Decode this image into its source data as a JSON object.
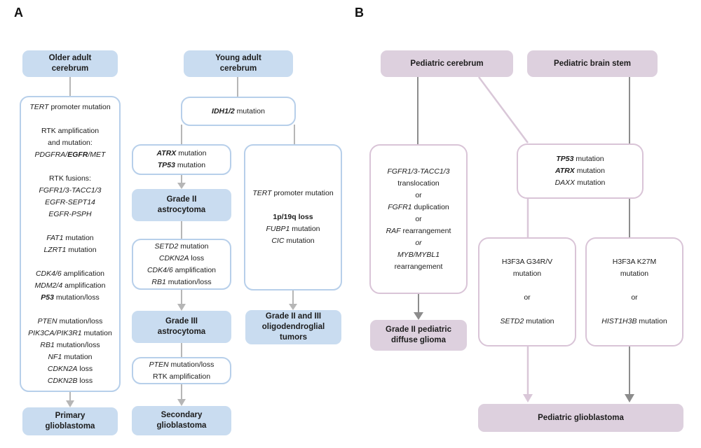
{
  "colors": {
    "blue_fill": "#c9dcf0",
    "blue_border": "#b7cfea",
    "mauve_fill": "#ddd0de",
    "mauve_border": "#d9c4d7",
    "line_light": "#b6b6b6",
    "line_dark": "#8c8c8c",
    "line_pink": "#d9c7d8",
    "text": "#1c1c1c"
  },
  "panel_a": {
    "label": "A",
    "older_adult_header": [
      "Older adult",
      "cerebrum"
    ],
    "adult_mutations": [
      [
        {
          "t": "TERT",
          "s": "i"
        },
        {
          "t": " promoter mutation"
        }
      ],
      "",
      "RTK amplification",
      "and mutation:",
      [
        {
          "t": "PDGFRA/",
          "s": "i"
        },
        {
          "t": "EGFR",
          "s": "bi"
        },
        {
          "t": "/MET",
          "s": "i"
        }
      ],
      "",
      "RTK fusions:",
      [
        {
          "t": "FGFR1/3-TACC1/3",
          "s": "i"
        }
      ],
      [
        {
          "t": "EGFR-SEPT14",
          "s": "i"
        }
      ],
      [
        {
          "t": "EGFR-PSPH",
          "s": "i"
        }
      ],
      "",
      [
        {
          "t": "FAT1",
          "s": "i"
        },
        {
          "t": " mutation"
        }
      ],
      [
        {
          "t": "LZRT1",
          "s": "i"
        },
        {
          "t": " mutation"
        }
      ],
      "",
      [
        {
          "t": "CDK4/6",
          "s": "i"
        },
        {
          "t": " amplification"
        }
      ],
      [
        {
          "t": "MDM2/4",
          "s": "i"
        },
        {
          "t": " amplification"
        }
      ],
      [
        {
          "t": "P53",
          "s": "bi"
        },
        {
          "t": " mutation/loss"
        }
      ],
      "",
      [
        {
          "t": "PTEN",
          "s": "i"
        },
        {
          "t": " mutation/loss"
        }
      ],
      [
        {
          "t": "PIK3CA/PIK3R1",
          "s": "i"
        },
        {
          "t": " mutation"
        }
      ],
      [
        {
          "t": "RB1",
          "s": "i"
        },
        {
          "t": " mutation/loss"
        }
      ],
      [
        {
          "t": "NF1",
          "s": "i"
        },
        {
          "t": " mutation"
        }
      ],
      [
        {
          "t": "CDKN2A",
          "s": "i"
        },
        {
          "t": " loss"
        }
      ],
      [
        {
          "t": "CDKN2B",
          "s": "i"
        },
        {
          "t": " loss"
        }
      ]
    ],
    "primary_gbm": [
      "Primary",
      "glioblastoma"
    ],
    "young_adult_header": [
      "Young adult",
      "cerebrum"
    ],
    "idh_box": [
      [
        {
          "t": "IDH1/2",
          "s": "bi"
        },
        {
          "t": " mutation"
        }
      ]
    ],
    "atrx_tp53_box": [
      [
        {
          "t": "ATRX",
          "s": "bi"
        },
        {
          "t": " mutation"
        }
      ],
      [
        {
          "t": "TP53",
          "s": "bi"
        },
        {
          "t": " mutation"
        }
      ]
    ],
    "grade2_astrocytoma": [
      "Grade II",
      "astrocytoma"
    ],
    "setd2_box": [
      [
        {
          "t": "SETD2",
          "s": "i"
        },
        {
          "t": " mutation"
        }
      ],
      [
        {
          "t": "CDKN2A",
          "s": "i"
        },
        {
          "t": " loss"
        }
      ],
      [
        {
          "t": "CDK4/6",
          "s": "i"
        },
        {
          "t": " amplification"
        }
      ],
      [
        {
          "t": "RB1",
          "s": "i"
        },
        {
          "t": " mutation/loss"
        }
      ]
    ],
    "grade3_astrocytoma": [
      "Grade III",
      "astrocytoma"
    ],
    "pten_box": [
      [
        {
          "t": "PTEN",
          "s": "i"
        },
        {
          "t": " mutation/loss"
        }
      ],
      "RTK amplification"
    ],
    "secondary_gbm": [
      "Secondary",
      "glioblastoma"
    ],
    "tert_oligo_box": [
      [
        {
          "t": "TERT",
          "s": "i"
        },
        {
          "t": " promoter mutation"
        }
      ],
      "",
      [
        {
          "t": "1p/19q loss",
          "s": "b"
        }
      ],
      [
        {
          "t": "FUBP1",
          "s": "i"
        },
        {
          "t": " mutation"
        }
      ],
      [
        {
          "t": "CIC",
          "s": "i"
        },
        {
          "t": " mutation"
        }
      ]
    ],
    "oligodendroglial": [
      "Grade II and III",
      "oligodendroglial",
      "tumors"
    ]
  },
  "panel_b": {
    "label": "B",
    "pediatric_cerebrum_header": [
      "Pediatric cerebrum"
    ],
    "pediatric_brainstem_header": [
      "Pediatric brain stem"
    ],
    "fgfr_box": [
      [
        {
          "t": "FGFR1/3-TACC1/3",
          "s": "i"
        }
      ],
      "translocation",
      "or",
      [
        {
          "t": "FGFR1",
          "s": "i"
        },
        {
          "t": " duplication"
        }
      ],
      "or",
      [
        {
          "t": "RAF",
          "s": "i"
        },
        {
          "t": " rearrangement"
        }
      ],
      [
        {
          "t": "or",
          "s": "i"
        }
      ],
      [
        {
          "t": "MYB/MYBL1",
          "s": "i"
        }
      ],
      "rearrangement"
    ],
    "grade2_pediatric": [
      "Grade II pediatric",
      "diffuse glioma"
    ],
    "tp53_atrx_daxx_box": [
      [
        {
          "t": "TP53",
          "s": "bi"
        },
        {
          "t": " mutation"
        }
      ],
      [
        {
          "t": "ATRX",
          "s": "bi"
        },
        {
          "t": " mutation"
        }
      ],
      [
        {
          "t": "DAXX",
          "s": "i"
        },
        {
          "t": " mutation"
        }
      ]
    ],
    "g34_box": [
      "H3F3A G34R/V",
      "mutation",
      "",
      "or",
      "",
      [
        {
          "t": "SETD2",
          "s": "i"
        },
        {
          "t": " mutation"
        }
      ]
    ],
    "k27_box": [
      "H3F3A K27M",
      "mutation",
      "",
      "or",
      "",
      [
        {
          "t": "HIST1H3B",
          "s": "i"
        },
        {
          "t": " mutation"
        }
      ]
    ],
    "pediatric_gbm": [
      "Pediatric glioblastoma"
    ]
  }
}
